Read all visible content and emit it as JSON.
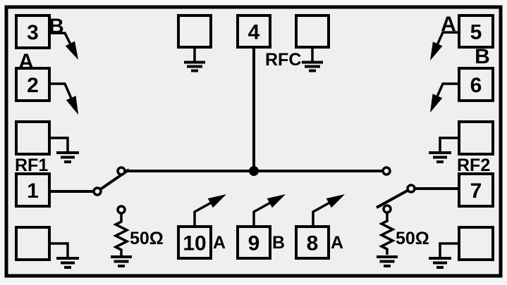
{
  "diagram": {
    "pins": {
      "p1": "1",
      "p2": "2",
      "p3": "3",
      "p4": "4",
      "p5": "5",
      "p6": "6",
      "p7": "7",
      "p8": "8",
      "p9": "9",
      "p10": "10"
    },
    "ports": {
      "rf1": "RF1",
      "rfc": "RFC",
      "rf2": "RF2"
    },
    "switch_controls": {
      "pin3": "B",
      "pin2": "A",
      "pin5": "A",
      "pin6": "B",
      "pin10": "A",
      "pin9": "B",
      "pin8": "A"
    },
    "terminations": {
      "left": "50Ω",
      "right": "50Ω"
    },
    "colors": {
      "line": "#000000",
      "fill": "#efefef",
      "page": "#f6f6f6"
    }
  }
}
